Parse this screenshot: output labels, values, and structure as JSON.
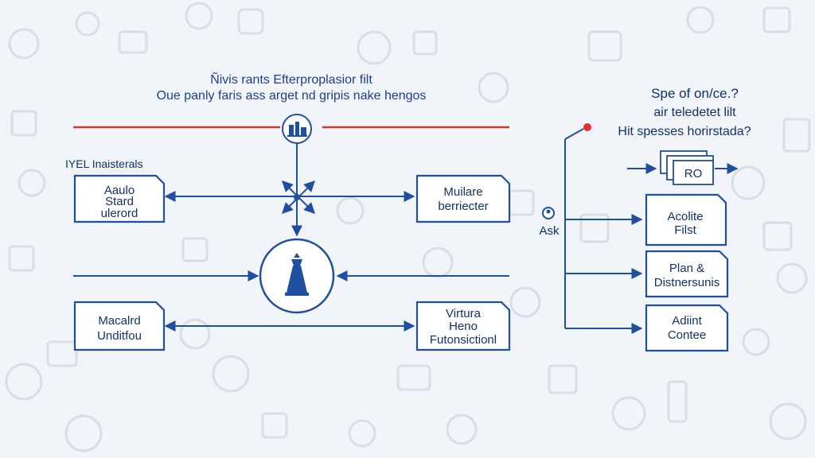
{
  "header": {
    "line1": "Ñivis rants Efterproplasior filt",
    "line2": "Oue panly faris ass arget nd gripis nake hengos"
  },
  "left_panel": {
    "section_label": "IYEL Inaisterals",
    "boxes": [
      {
        "lines": [
          "Aaulo",
          "Stard",
          "ulerord"
        ]
      },
      {
        "lines": [
          "Muilare",
          "berriecter"
        ]
      },
      {
        "lines": [
          "Macalrd",
          "Unditfou"
        ]
      },
      {
        "lines": [
          "Virtura",
          "Heno",
          "Futonsictionl"
        ]
      }
    ],
    "hub_top_icon": "factory-icon",
    "hub_center_icon": "chess-piece-icon"
  },
  "right_panel": {
    "question_lines": [
      "Spe of on/ce.?",
      "air teledetet lilt",
      "Hit spesses horirstada?"
    ],
    "ro_label": "RO",
    "ask_label": "Ask",
    "ask_icon": "person-icon",
    "boxes": [
      {
        "lines": [
          "Acolite",
          "Filst"
        ]
      },
      {
        "lines": [
          "Plan &",
          "Distnersunis"
        ]
      },
      {
        "lines": [
          "Adiint",
          "Contee"
        ]
      }
    ]
  },
  "colors": {
    "primary_blue": "#1f4fa0",
    "accent_red": "#e0312c",
    "background": "#f1f4f8"
  }
}
